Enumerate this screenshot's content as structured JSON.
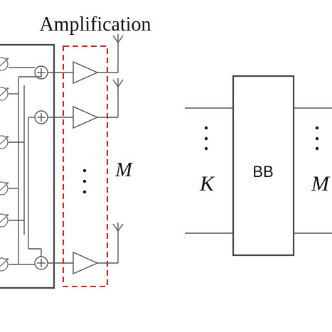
{
  "labels": {
    "amplification": "Amplification",
    "m_left": "M",
    "k": "K",
    "bb": "BB",
    "m_right": "M"
  },
  "colors": {
    "line": "#555555",
    "dashed_box": "#cc2222",
    "text": "#111111"
  }
}
